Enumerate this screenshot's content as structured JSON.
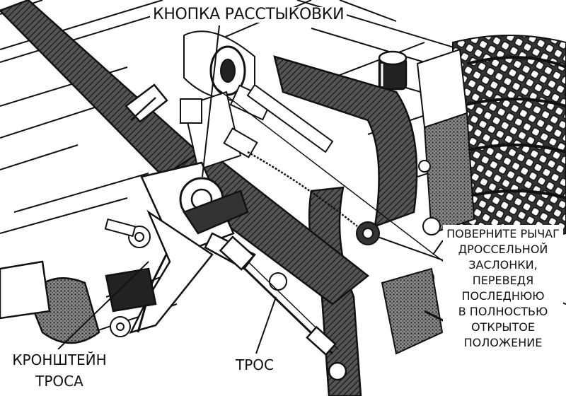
{
  "labels": {
    "disconnect_button": "КНОПКА РАССТЫКОВКИ",
    "throttle_instruction": [
      "ПОВЕРНИТЕ РЫЧАГ",
      "ДРОССЕЛЬНОЙ",
      "ЗАСЛОНКИ,",
      "ПЕРЕВЕДЯ",
      "ПОСЛЕДНЮЮ",
      "В ПОЛНОСТЬЮ",
      "ОТКРЫТОЕ",
      "ПОЛОЖЕНИЕ"
    ],
    "cable_bracket": [
      "КРОНШТЕЙН",
      "ТРОСА"
    ],
    "cable": "ТРОС"
  }
}
